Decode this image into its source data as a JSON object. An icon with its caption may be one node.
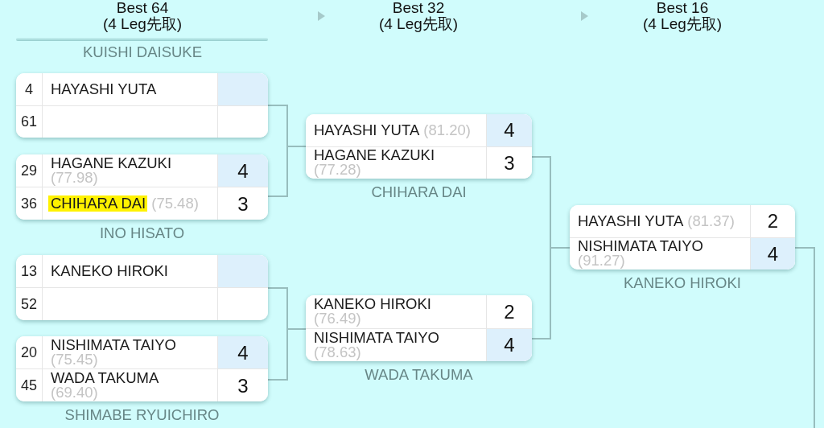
{
  "diagram": {
    "nodes": [
      {
        "text": [],
        "shape": "box"
      },
      {
        "text": [
          "4",
          "HAYASHI YUTA"
        ],
        "in": 0
      },
      {
        "text": [
          "61"
        ],
        "in": 0
      },
      {
        "text": [],
        "shape": "box",
        "beside": [
          "INO HISATO"
        ]
      },
      {
        "text": [
          "29",
          "HAGANE KAZUKI",
          "(77.98)",
          "4"
        ],
        "in": 3
      },
      {
        "text": [
          "36",
          "CHIHARA DAI",
          "(75.48)",
          "3"
        ],
        "in": 3
      },
      {
        "text": [],
        "shape": "box"
      },
      {
        "text": [
          "13",
          "KANEKO HIROKI"
        ],
        "in": 6
      },
      {
        "text": [
          "52"
        ],
        "in": 6
      },
      {
        "text": [],
        "shape": "box",
        "beside": [
          "SHIMABE RYUICHIRO"
        ]
      },
      {
        "text": [
          "20",
          "NISHIMATA TAIYO",
          "(75.45)",
          "4"
        ],
        "in": 9
      },
      {
        "text": [
          "45",
          "WADA TAKUMA",
          "(69.40)",
          "3"
        ],
        "in": 9
      },
      {
        "text": [],
        "shape": "box",
        "beside": [
          "CHIHARA DAI"
        ]
      },
      {
        "text": [
          "HAYASHI YUTA",
          "(81.20)",
          "4"
        ],
        "in": 12
      },
      {
        "text": [
          "HAGANE KAZUKI",
          "(77.28)",
          "3"
        ],
        "in": 12
      },
      {
        "text": [],
        "shape": "box",
        "beside": [
          "WADA TAKUMA"
        ]
      },
      {
        "text": [
          "KANEKO HIROKI",
          "(76.49)",
          "2"
        ],
        "in": 15
      },
      {
        "text": [
          "NISHIMATA TAIYO",
          "(78.63)",
          "4"
        ],
        "in": 15
      },
      {
        "text": [],
        "shape": "box",
        "beside": [
          "KANEKO HIROKI"
        ]
      },
      {
        "text": [
          "HAYASHI YUTA",
          "(81.37)",
          "2"
        ],
        "in": 18
      },
      {
        "text": [
          "NISHIMATA TAIYO",
          "(91.27)",
          "4"
        ],
        "in": 18
      }
    ],
    "edges": [
      {
        "from": 0,
        "to": 12,
        "arrow": "none"
      },
      {
        "from": 3,
        "to": 12,
        "arrow": "none"
      },
      {
        "from": 6,
        "to": 15,
        "arrow": "none"
      },
      {
        "from": 9,
        "to": 15,
        "arrow": "none"
      },
      {
        "from": 12,
        "to": 18,
        "arrow": "none"
      },
      {
        "from": 15,
        "to": 18,
        "arrow": "none"
      },
      {
        "from": 18,
        "to": null,
        "arrow": "none"
      }
    ],
    "labels": [
      "Best 64",
      "(4 Leg先取)",
      "Best 32",
      "(4 Leg先取)",
      "Best 16",
      "(4 Leg先取)",
      "KUISHI DAISUKE"
    ]
  }
}
